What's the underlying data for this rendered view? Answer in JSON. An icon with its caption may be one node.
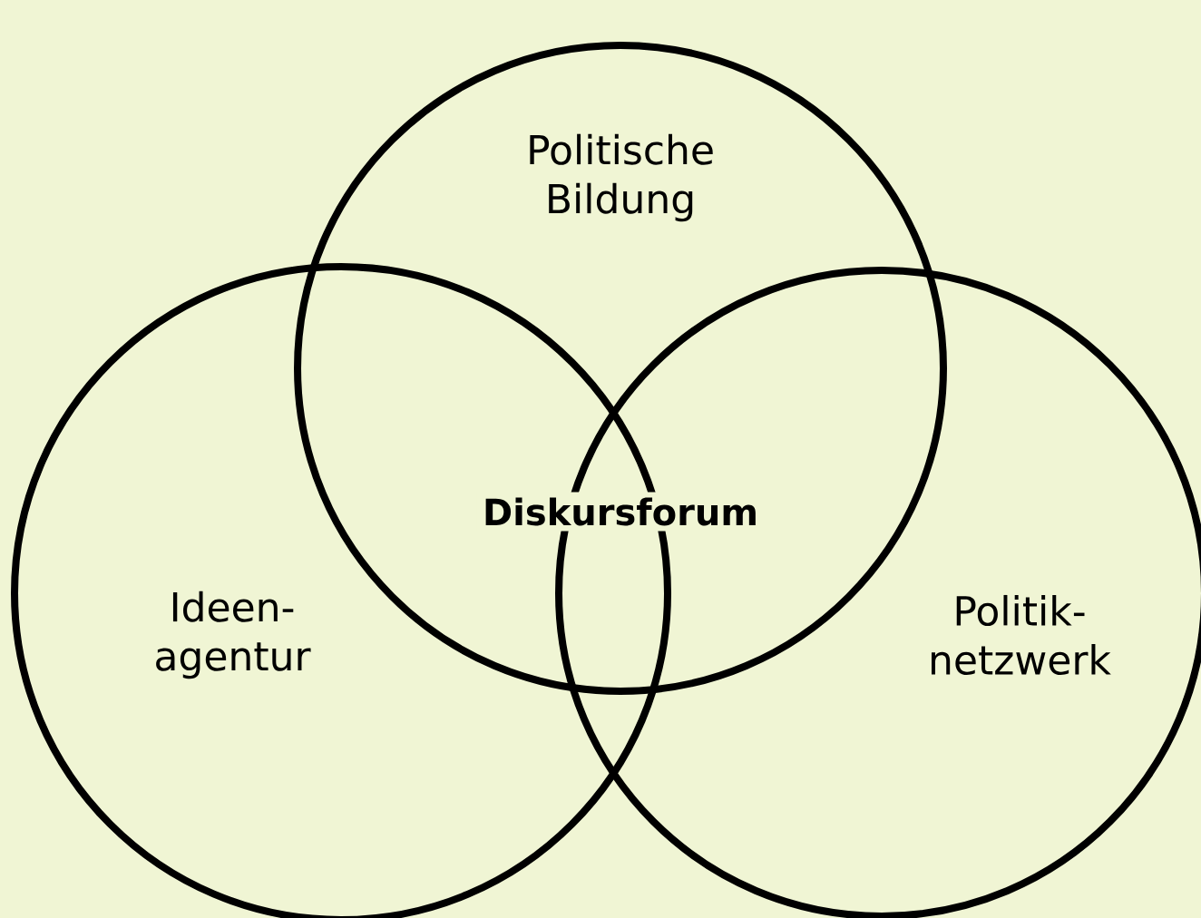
{
  "diagram": {
    "nodes": [
      {
        "text": [
          "Politische Bildung"
        ]
      },
      {
        "text": [
          "Ideen- agentur"
        ]
      },
      {
        "text": [
          "Politik- netzwerk"
        ]
      }
    ],
    "labels": [
      "Diskursforum"
    ]
  }
}
